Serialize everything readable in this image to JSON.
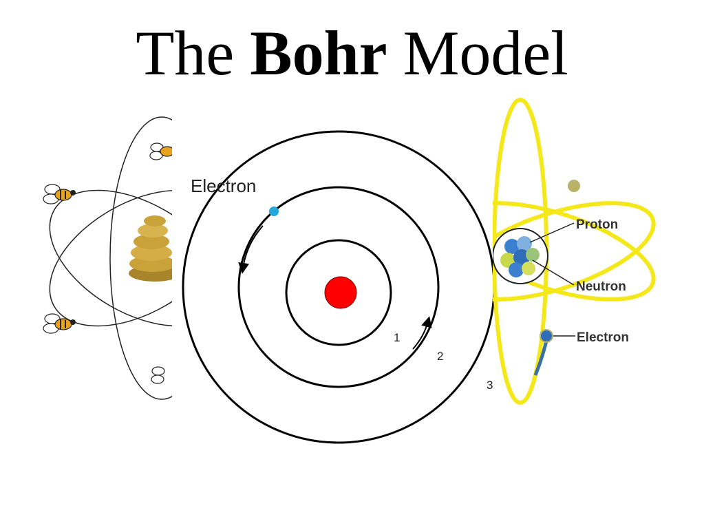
{
  "title": {
    "part1": "The ",
    "part2": "Bohr",
    "part3": " Model"
  },
  "bohr": {
    "electron_label": "Electron",
    "orbit_labels": [
      "1",
      "2",
      "3"
    ],
    "colors": {
      "nucleus": "#ff0000",
      "electron": "#22a7d8",
      "orbit": "#000000"
    }
  },
  "atom": {
    "labels": {
      "proton": "Proton",
      "neutron": "Neutron",
      "electron": "Electron"
    },
    "colors": {
      "orbit": "#f4e81a",
      "nucleus": "#3b7fd0",
      "electron": "#2f6db8"
    }
  },
  "beehive": {
    "colors": {
      "hive": "#c9a23a",
      "bee_body": "#e8a21c"
    }
  }
}
